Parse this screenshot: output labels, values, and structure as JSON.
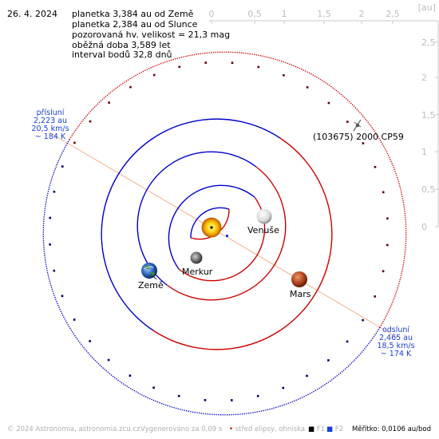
{
  "date": "26. 4. 2024",
  "info_lines": [
    "planetka 3,384 au od Země",
    "planetka 2,384 au od Slunce",
    "pozorovaná hv. velikost = 21,3 mag",
    "oběžná doba 3,589 let",
    "interval bodů 32,8 dnů"
  ],
  "axis": {
    "unit_label": "[au]",
    "x_ticks": [
      "0",
      "0,5",
      "1",
      "1,5",
      "2",
      "2,5"
    ],
    "y_ticks": [
      "2,5",
      "2",
      "1,5",
      "1",
      "0,5",
      "0"
    ]
  },
  "planets": {
    "venus": "Venuše",
    "earth": "Země",
    "mercury": "Merkur",
    "mars": "Mars"
  },
  "asteroid_label": "(103675) 2000 CP59",
  "perihelion": {
    "title": "přísluní",
    "distance": "2,223  au",
    "speed": "20,5 km/s",
    "temperature": "~ 184 K"
  },
  "aphelion": {
    "title": "odsluní",
    "distance": "2,465 au",
    "speed": "18,5 km/s",
    "temperature": "~ 174 K"
  },
  "footer": {
    "copyright": "© 2024 Astronomia, astronomia.zcu.cz",
    "generated": "Vygenerováno za 0,09 s",
    "center_legend": "střed elipsy, ohniska",
    "f1": "F1",
    "f2": "F2",
    "scale": "Měřítko: 0,0106 au/bod"
  },
  "colors": {
    "near_half": "#cc0000",
    "far_half": "#0000cc",
    "line_of_apsides": "#f6b08a",
    "label_blue": "#1a3fd6"
  }
}
